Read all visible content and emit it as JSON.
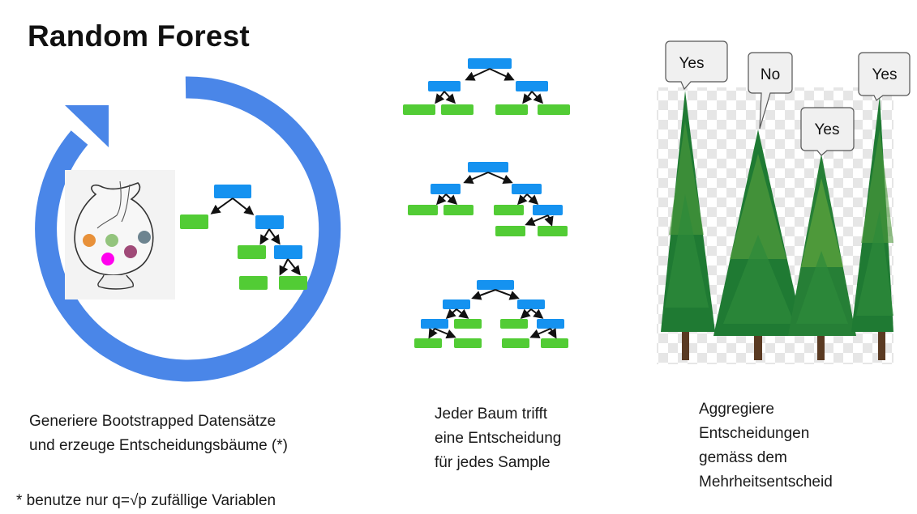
{
  "title": "Random Forest",
  "colors": {
    "cycle_arrow": "#4a86e8",
    "decision_node": "#1592f0",
    "leaf_node": "#52cc35",
    "edge_arrow": "#111111",
    "tree_foliage_dark": "#1f7a33",
    "tree_foliage_light": "#6fae3e",
    "trunk": "#5a3a22",
    "bubble_fill": "#f0f0f0",
    "bubble_stroke": "#555555"
  },
  "bootstrap": {
    "icon": "jar-with-hand-icon",
    "balls": [
      {
        "color": "#e8913a"
      },
      {
        "color": "#93c47d"
      },
      {
        "color": "#6d8490"
      },
      {
        "color": "#ff00ee"
      },
      {
        "color": "#a04a78"
      }
    ]
  },
  "votes": [
    {
      "label": "Yes"
    },
    {
      "label": "No"
    },
    {
      "label": "Yes"
    },
    {
      "label": "Yes"
    }
  ],
  "captions": {
    "step1": "Generiere Bootstrapped Datensätze\nund erzeuge Entscheidungsbäume (*)",
    "step2": "Jeder Baum trifft\neine Entscheidung\nfür jedes Sample",
    "step3": "Aggregiere\nEntscheidungen\ngemäss dem\nMehrheitsentscheid",
    "footnote": "* benutze nur q=√p zufällige Variablen"
  }
}
